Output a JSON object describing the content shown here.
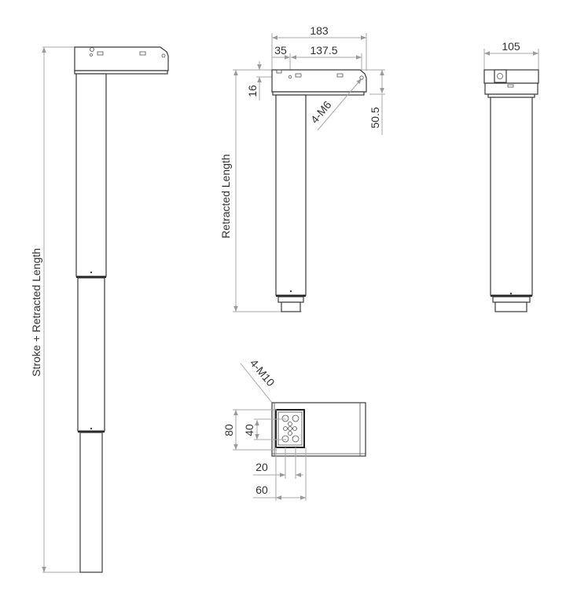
{
  "drawing": {
    "views": {
      "extended_front": {
        "label": "Stroke + Retracted Length"
      },
      "retracted_front": {
        "label": "Retracted Length",
        "dimensions": {
          "overall_width": "183",
          "hole_offset": "35",
          "hole_spacing": "137.5",
          "hole_height": "16",
          "bracket_height": "50.5",
          "thread_callout": "4-M6"
        }
      },
      "side": {
        "dimensions": {
          "width": "105"
        }
      },
      "bottom": {
        "dimensions": {
          "outer_height": "80",
          "inner_height": "40",
          "inner_width": "20",
          "outer_width": "60",
          "thread_callout": "4-M10"
        }
      }
    },
    "colors": {
      "line": "#3a3a3a",
      "dimension": "#a8a8a8",
      "text": "#333333",
      "background": "#ffffff"
    }
  }
}
